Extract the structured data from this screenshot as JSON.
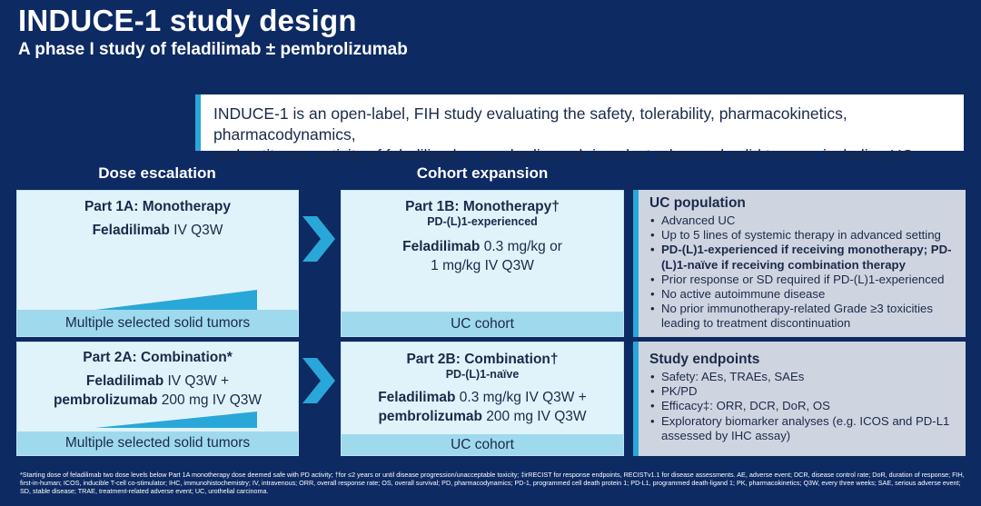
{
  "header": {
    "title": "INDUCE-1 study design",
    "subtitle": "A phase I study of feladilimab ± pembrolizumab"
  },
  "intro": {
    "line1": "INDUCE-1 is an open-label, FIH study evaluating the safety, tolerability, pharmacokinetics, pharmacodynamics,",
    "line2": "and antitumor activity of feladilimab ± pembrolizumab in select advanced solid tumors, including UC"
  },
  "columns": {
    "escalation": "Dose escalation",
    "expansion": "Cohort expansion"
  },
  "part1a": {
    "title": "Part 1A: Monotherapy",
    "drug": "Feladilimab",
    "regimen": " IV Q3W",
    "footer": "Multiple selected solid tumors"
  },
  "part2a": {
    "title": "Part 2A: Combination*",
    "drug1": "Feladilimab",
    "regimen1": " IV Q3W +",
    "drug2": "pembrolizumab",
    "regimen2": " 200 mg IV Q3W",
    "footer": "Multiple selected solid tumors"
  },
  "part1b": {
    "title": "Part 1B: Monotherapy†",
    "subtitle": "PD-(L)1-experienced",
    "drug": "Feladilimab",
    "regimen1": " 0.3 mg/kg or",
    "regimen2": "1 mg/kg IV Q3W",
    "footer": "UC cohort"
  },
  "part2b": {
    "title": "Part 2B: Combination†",
    "subtitle": "PD-(L)1-naïve",
    "drug1": "Feladilimab",
    "regimen1": " 0.3 mg/kg IV Q3W +",
    "drug2": "pembrolizumab",
    "regimen2": " 200 mg IV Q3W",
    "footer": "UC cohort"
  },
  "uc_population": {
    "title": "UC population",
    "items": [
      "Advanced UC",
      "Up to 5 lines of systemic therapy in advanced setting",
      "PD-(L)1-experienced if receiving monotherapy; PD-(L)1-naïve if receiving combination therapy",
      "Prior response or SD required if PD-(L)1-experienced",
      "No active autoimmune disease",
      "No prior immunotherapy-related Grade ≥3 toxicities leading to treatment discontinuation"
    ]
  },
  "endpoints": {
    "title": "Study endpoints",
    "items": [
      "Safety: AEs, TRAEs, SAEs",
      "PK/PD",
      "Efficacy‡: ORR, DCR, DoR, OS",
      "Exploratory biomarker analyses (e.g. ICOS and PD-L1 assessed by IHC assay)"
    ]
  },
  "footnote": "*Starting dose of feladilimab two dose levels below Part 1A monotherapy dose deemed safe with PD activity; †for ≤2 years or until disease progression/unacceptable toxicity; ‡irRECIST for response endpoints, RECISTv1.1 for disease assessments. AE, adverse event; DCR, disease control rate; DoR, duration of response; FIH, first-in-human; ICOS, inducible T-cell co-stimulator; IHC, immunohistochemistry; IV, intravenous; ORR, overall response rate; OS, overall survival; PD, pharmacodynamics; PD-1, programmed cell death protein 1; PD-L1, programmed death-ligand 1; PK, pharmacokinetics; Q3W, every three weeks; SAE, serious adverse event; SD, stable disease; TRAE, treatment-related adverse event; UC, urothelial carcinoma.",
  "colors": {
    "background": "#0d2a63",
    "accent": "#29a7d8",
    "light_box": "#e0f3fa",
    "box_footer": "#9fd9ee",
    "grey_box": "#cfd5e0"
  }
}
